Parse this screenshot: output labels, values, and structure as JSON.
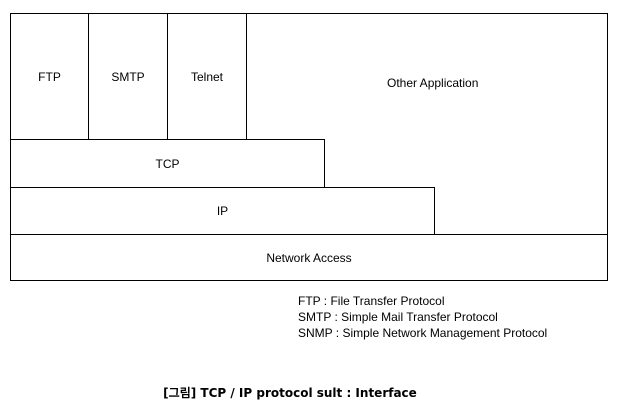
{
  "diagram": {
    "layers": {
      "ftp": "FTP",
      "smtp": "SMTP",
      "telnet": "Telnet",
      "other_application": "Other Application",
      "tcp": "TCP",
      "ip": "IP",
      "network_access": "Network Access"
    },
    "legend": [
      "FTP : File Transfer Protocol",
      "SMTP : Simple Mail Transfer Protocol",
      "SNMP : Simple Network Management Protocol"
    ],
    "caption": "[그림] TCP / IP protocol sult : Interface"
  }
}
